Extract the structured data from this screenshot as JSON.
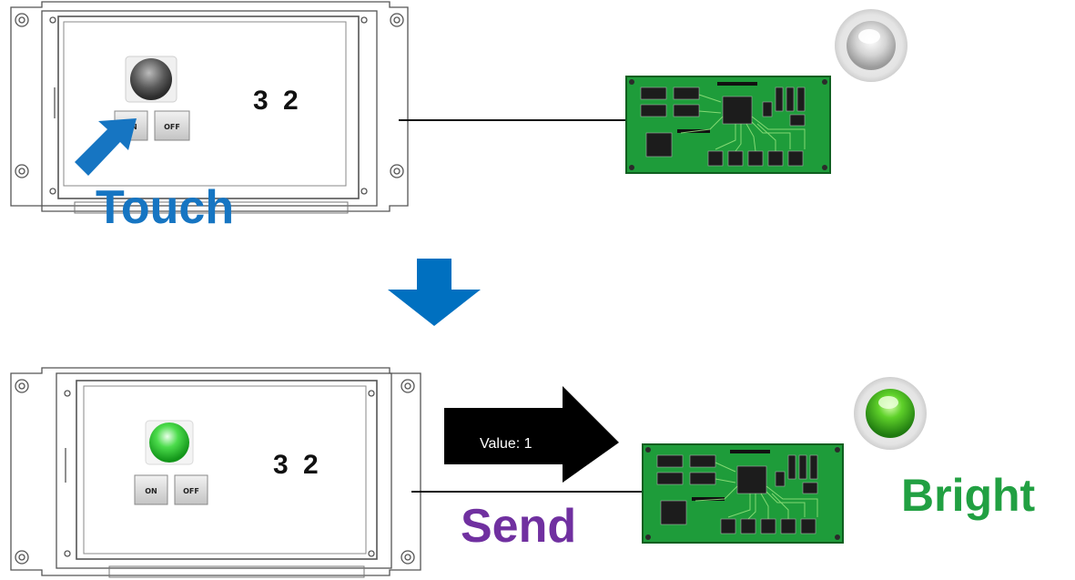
{
  "top_panel": {
    "value": "3 2",
    "on_label": "ON",
    "off_label": "OFF"
  },
  "bottom_panel": {
    "value": "3 2",
    "on_label": "ON",
    "off_label": "OFF"
  },
  "labels": {
    "touch": "Touch",
    "send": "Send",
    "bright": "Bright",
    "value_arrow": "Value: 1"
  },
  "colors": {
    "touch": "#1675c2",
    "send": "#7030a0",
    "bright": "#21a042",
    "arrow_blue": "#0070c0",
    "board_green": "#1e9c3a",
    "lamp_off": "#e6e6e6",
    "lamp_on": "#33cc33"
  }
}
